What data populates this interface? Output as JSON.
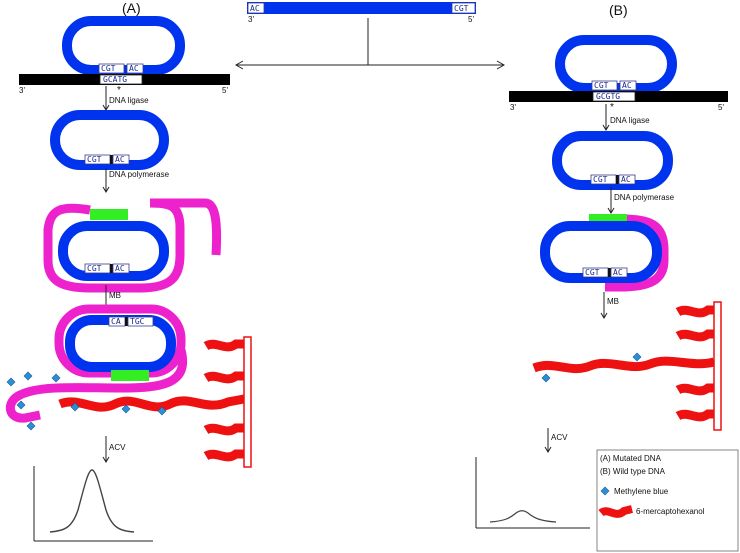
{
  "panels": {
    "A": {
      "label": "(A)"
    },
    "B": {
      "label": "(B)"
    }
  },
  "probe": {
    "left_seq": "AC",
    "right_seq": "CGT",
    "left_end": "3'",
    "right_end": "5'"
  },
  "panel_a": {
    "loop1_left": "CGT",
    "loop1_right": "AC",
    "target_seq": "GCATG",
    "mismatch_mark": "*",
    "target_left_end": "3'",
    "target_right_end": "5'",
    "step1": "DNA ligase",
    "loop2_left": "CGT",
    "loop2_right": "AC",
    "step2": "DNA polymerase",
    "loop3_left": "CGT",
    "loop3_right": "AC",
    "step3": "MB",
    "loop4_left": "CA",
    "loop4_right": "TGC",
    "step4": "ACV"
  },
  "panel_b": {
    "loop1_left": "CGT",
    "loop1_right": "AC",
    "target_seq": "GCGTG",
    "mismatch_mark": "*",
    "target_left_end": "3'",
    "target_right_end": "5'",
    "step1": "DNA ligase",
    "loop2_left": "CGT",
    "loop2_right": "AC",
    "step2": "DNA polymerase",
    "loop3_left": "CGT",
    "loop3_right": "AC",
    "step3": "MB",
    "step4": "ACV"
  },
  "legend": {
    "mutated": "(A) Mutated DNA",
    "wild_type": "(B) Wild type DNA",
    "methylene_blue": "Methylene blue",
    "mercaptohexanol": "6-mercaptohexanol"
  },
  "colors": {
    "dna_blue": "#0033ee",
    "amplified_magenta": "#ee22cc",
    "primer_green": "#33ee22",
    "mch_red": "#ee1111",
    "mb_diamond": "#2a8fd6",
    "target_black": "#000000"
  }
}
